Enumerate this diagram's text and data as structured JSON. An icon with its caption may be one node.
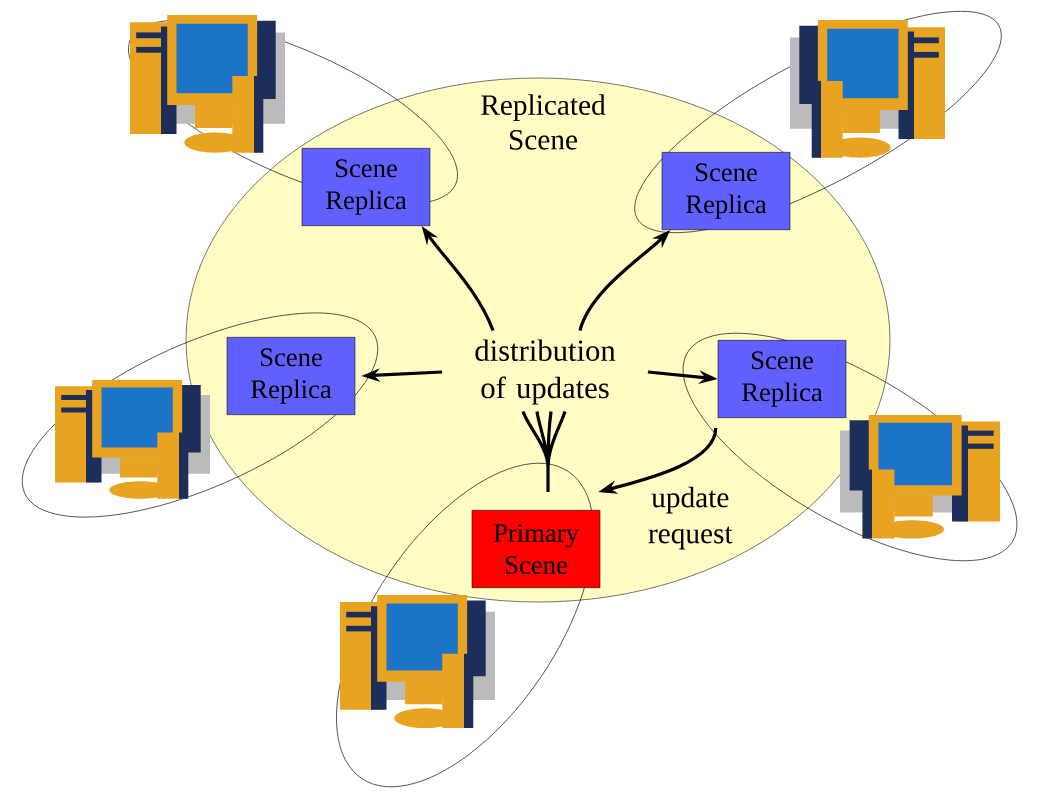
{
  "diagram": {
    "nodes": [
      {
        "text": [
          "Replicated Scene"
        ]
      },
      {
        "text": [
          "Scene Replica"
        ],
        "in": 0
      },
      {
        "text": [
          "Scene Replica"
        ],
        "in": 0
      },
      {
        "text": [
          "Scene Replica"
        ],
        "in": 0
      },
      {
        "text": [
          "Scene Replica"
        ],
        "in": 0
      },
      {
        "text": [
          "Primary Scene"
        ],
        "in": 0
      },
      {
        "text": [
          "distribution of updates"
        ],
        "in": 0
      }
    ],
    "edges": [
      {
        "from": 6,
        "to": 1,
        "arrow": "to"
      },
      {
        "from": 6,
        "to": 2,
        "arrow": "to"
      },
      {
        "from": 6,
        "to": 3,
        "arrow": "to"
      },
      {
        "from": 6,
        "to": 4,
        "arrow": "to"
      },
      {
        "from": 5,
        "to": 6,
        "arrow": "none"
      },
      {
        "from": 4,
        "to": 5,
        "arrow": "to",
        "label": "update request"
      }
    ]
  }
}
